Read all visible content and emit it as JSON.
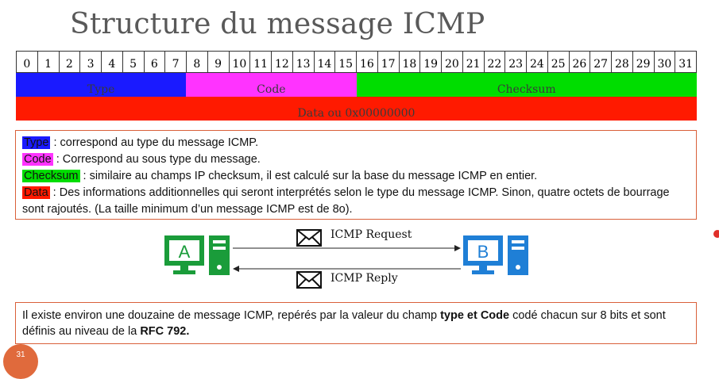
{
  "slide": {
    "title": "Structure du message ICMP",
    "page_number": "31"
  },
  "bits": [
    "0",
    "1",
    "2",
    "3",
    "4",
    "5",
    "6",
    "7",
    "8",
    "9",
    "10",
    "11",
    "12",
    "13",
    "14",
    "15",
    "16",
    "17",
    "18",
    "19",
    "20",
    "21",
    "22",
    "23",
    "24",
    "25",
    "26",
    "27",
    "28",
    "29",
    "30",
    "31"
  ],
  "fields": {
    "type": {
      "label": "Type",
      "color": "#1a1aff",
      "bits": 8
    },
    "code": {
      "label": "Code",
      "color": "#ff33ff",
      "bits": 8
    },
    "checksum": {
      "label": "Checksum",
      "color": "#00dd00",
      "bits": 16
    },
    "data": {
      "label": "Data ou 0x00000000",
      "color": "#ff1a00"
    }
  },
  "descriptions": {
    "type": {
      "term": "Type",
      "text": " : correspond au type du message ICMP."
    },
    "code": {
      "term": "Code",
      "text": " : Correspond au sous type du message."
    },
    "checksum": {
      "term": "Checksum",
      "text": " : similaire au champs IP checksum, il est calculé sur la base du message ICMP en entier."
    },
    "data": {
      "term": "Data",
      "text": " : Des informations additionnelles qui seront interprétés selon le type du message ICMP. Sinon, quatre octets de bourrage sont rajoutés. (La taille minimum d’un message ICMP est de 8o)."
    }
  },
  "diagram": {
    "host_a": "A",
    "host_b": "B",
    "request_label": "ICMP Request",
    "reply_label": "ICMP Reply",
    "pc_a_color": "#1a9c3a",
    "pc_b_color": "#1f7fd6"
  },
  "footer_note": {
    "part1": "Il existe environ une douzaine de message ICMP, repérés par la valeur du champ ",
    "bold1": "type et Code",
    "part2": " codé chacun sur 8 bits et sont définis au niveau de la ",
    "bold2": "RFC  792."
  }
}
